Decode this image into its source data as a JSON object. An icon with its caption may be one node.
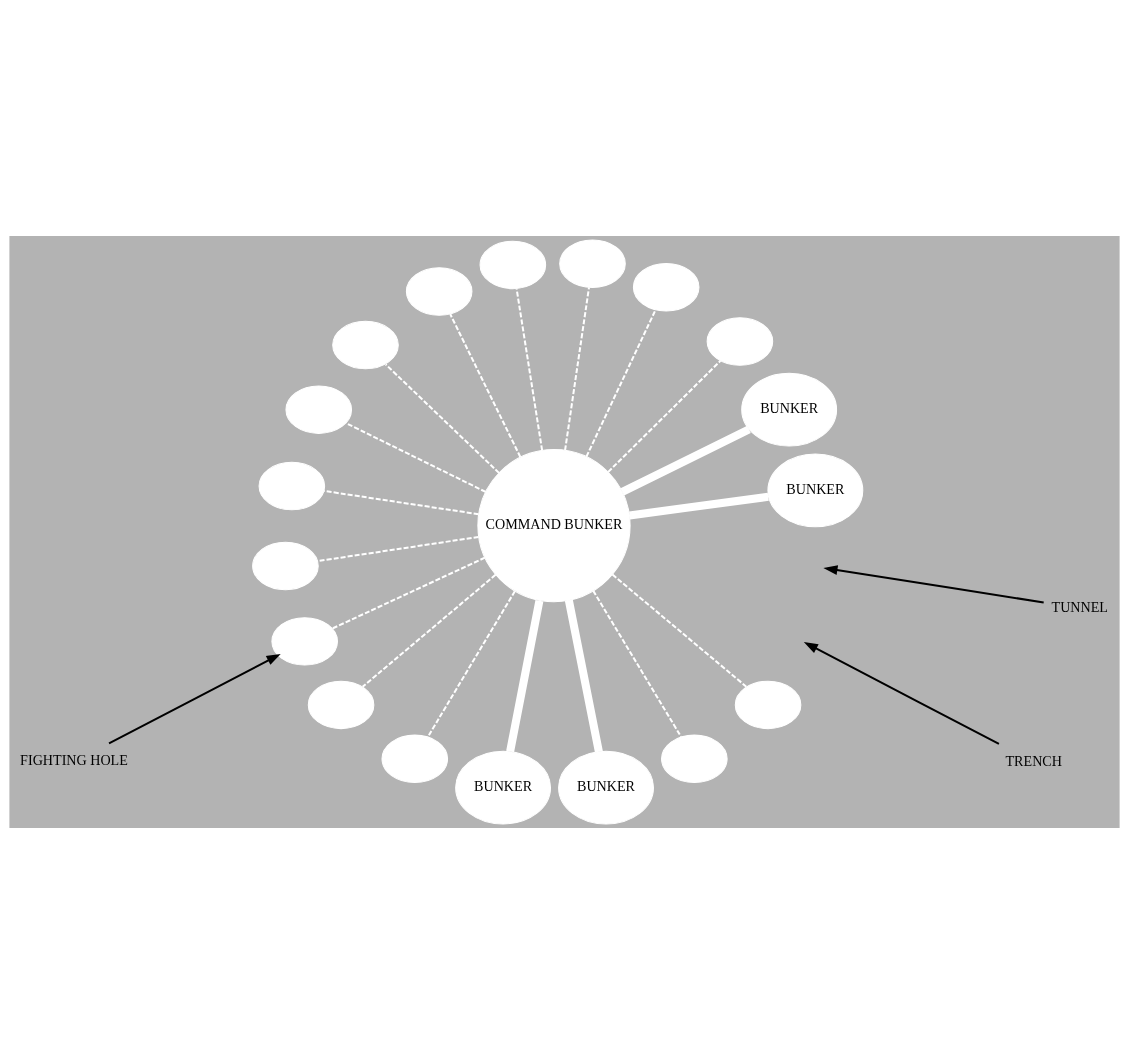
{
  "diagram": {
    "nodes": [
      {
        "text": [
          "BUNKER"
        ]
      },
      {
        "text": [
          "TRENCH"
        ]
      },
      {
        "text": [
          "BUNKER"
        ]
      },
      {
        "text": [],
        "shape": "ellipse"
      },
      {
        "text": [],
        "shape": "ellipse"
      },
      {
        "text": [],
        "shape": "ellipse"
      },
      {
        "text": [
          "TUNNEL"
        ]
      },
      {
        "text": [],
        "shape": "ellipse"
      },
      {
        "text": [],
        "shape": "ellipse"
      },
      {
        "text": [],
        "shape": "ellipse"
      },
      {
        "text": [
          "COMMAND BUNKER"
        ]
      },
      {
        "text": [],
        "shape": "ellipse"
      },
      {
        "text": [],
        "shape": "ellipse"
      },
      {
        "text": [],
        "shape": "ellipse"
      },
      {
        "text": [],
        "shape": "ellipse"
      },
      {
        "text": [
          "FIGHTING HOLE"
        ]
      },
      {
        "text": [],
        "shape": "ellipse"
      },
      {
        "text": [],
        "shape": "ellipse"
      },
      {
        "text": [
          "BUNKER"
        ]
      },
      {
        "text": [
          "BUNKER"
        ]
      },
      {
        "text": [],
        "shape": "ellipse"
      },
      {
        "text": [],
        "shape": "ellipse"
      }
    ],
    "edges": [
      {
        "from": 10,
        "to": 0,
        "arrow": "none",
        "style": "thick"
      },
      {
        "from": 10,
        "to": 2,
        "arrow": "none",
        "style": "thick"
      },
      {
        "from": 10,
        "to": 18,
        "arrow": "none",
        "style": "thick"
      },
      {
        "from": 10,
        "to": 19,
        "arrow": "none",
        "style": "thick"
      },
      {
        "from": 10,
        "to": 3,
        "arrow": "none",
        "style": "dashed"
      },
      {
        "from": 10,
        "to": 4,
        "arrow": "none",
        "style": "dashed"
      },
      {
        "from": 10,
        "to": 5,
        "arrow": "none",
        "style": "dashed"
      },
      {
        "from": 10,
        "to": 7,
        "arrow": "none",
        "style": "dashed"
      },
      {
        "from": 10,
        "to": 8,
        "arrow": "none",
        "style": "dashed"
      },
      {
        "from": 10,
        "to": 12,
        "arrow": "none",
        "style": "dashed"
      },
      {
        "from": 10,
        "to": 13,
        "arrow": "none",
        "style": "dashed"
      },
      {
        "from": 10,
        "to": 9,
        "arrow": "none",
        "style": "dashed"
      },
      {
        "from": 10,
        "to": 11,
        "arrow": "none",
        "style": "dashed"
      },
      {
        "from": 10,
        "to": 14,
        "arrow": "none",
        "style": "dashed"
      },
      {
        "from": 10,
        "to": 17,
        "arrow": "none",
        "style": "dashed"
      },
      {
        "from": 10,
        "to": 21,
        "arrow": "none",
        "style": "dashed"
      },
      {
        "from": 10,
        "to": 16,
        "arrow": "none",
        "style": "dashed"
      },
      {
        "from": 10,
        "to": 20,
        "arrow": "none",
        "style": "dashed"
      },
      {
        "from": 1,
        "to": null,
        "arrow": "to",
        "color": "#000000"
      },
      {
        "from": 6,
        "to": null,
        "arrow": "to",
        "color": "#000000"
      },
      {
        "from": 15,
        "to": 14,
        "arrow": "to",
        "color": "#000000"
      }
    ]
  }
}
